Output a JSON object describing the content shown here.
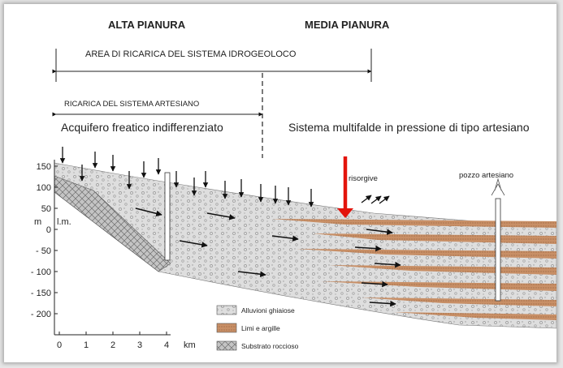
{
  "header": {
    "alta": "ALTA PIANURA",
    "media": "MEDIA PIANURA"
  },
  "spans": {
    "ricarica_sistema": "AREA DI RICARICA DEL SISTEMA IDROGEOLOCO",
    "ricarica_artesiano": "RICARICA DEL SISTEMA ARTESIANO"
  },
  "zones": {
    "freatico": "Acquifero freatico indifferenziato",
    "multifalde": "Sistema multifalde in pressione di tipo artesiano"
  },
  "features": {
    "risorgive": "risorgive",
    "pozzo": "pozzo artesiano",
    "slm": "l.m."
  },
  "y_axis": {
    "unit": "m",
    "ticks": [
      "150",
      "100",
      "50",
      "0",
      "- 50",
      "- 100",
      "- 150",
      "- 200"
    ]
  },
  "x_axis": {
    "unit": "km",
    "ticks": [
      "0",
      "1",
      "2",
      "3",
      "4"
    ]
  },
  "legend": [
    {
      "label": "Alluvioni ghiaiose",
      "pattern": "gravel"
    },
    {
      "label": "Limi e argille",
      "pattern": "clay"
    },
    {
      "label": "Substrato roccioso",
      "pattern": "rock"
    }
  ],
  "colors": {
    "gravel_fill": "#dcdcdc",
    "clay_fill": "#c8906a",
    "rock_fill": "#b9b9b9",
    "marker": "#e3140c"
  }
}
